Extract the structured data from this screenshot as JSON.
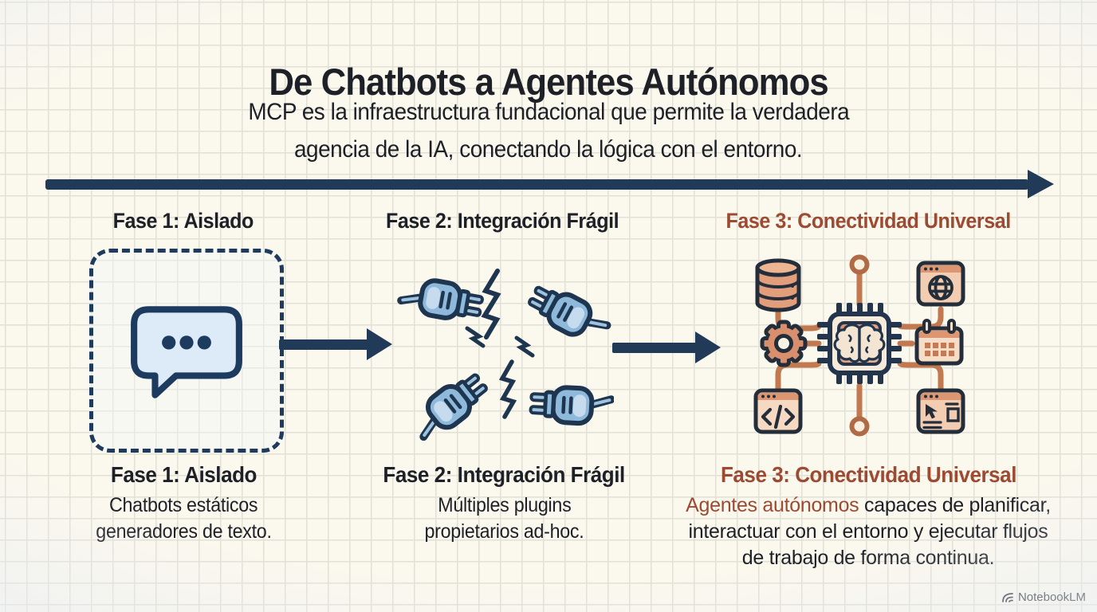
{
  "title": "De Chatbots a Agentes Autónomos",
  "subtitle": {
    "line1": "MCP es la infraestructura fundacional que permite la verdadera",
    "line2": "agencia de la IA, conectando la lógica con el entorno."
  },
  "phases": [
    {
      "top_label": "Fase 1: Aislado",
      "bottom_title": "Fase 1: Aislado",
      "body_line1": "Chatbots estáticos",
      "body_line2": "generadores de texto.",
      "icon": "chat-bubble-icon"
    },
    {
      "top_label": "Fase 2: Integración Frágil",
      "bottom_title": "Fase 2: Integración Frágil",
      "body_line1": "Múltiples plugins",
      "body_line2": "propietarios ad-hoc.",
      "icon": "broken-plugs-icon"
    },
    {
      "top_label": "Fase 3: Conectividad Universal",
      "bottom_title": "Fase 3: Conectividad Universal",
      "body_highlight": "Agentes autónomos",
      "body_rest": " capaces de planificar, interactuar con el entorno y ejecutar flujos de trabajo de forma continua.",
      "icon": "agent-network-icon"
    }
  ],
  "fase3_icons": [
    "database-icon",
    "globe-browser-icon",
    "gear-icon",
    "calendar-icon",
    "code-window-icon",
    "cursor-browser-icon",
    "cpu-brain-icon",
    "node-dot-icon"
  ],
  "watermark": {
    "brand": "NotebookLM",
    "icon": "notebooklm-logo-icon"
  },
  "colors": {
    "navy": "#203a57",
    "text_dark": "#1d2127",
    "rust": "#9d4a33",
    "salmon": "#dd9672",
    "plug_blue": "#8fb9da",
    "bubble_fill": "#dcebf7",
    "paper": "#fbf8ee",
    "grid_line": "#e2e1d6",
    "frame_blue": "#e9eef5"
  }
}
